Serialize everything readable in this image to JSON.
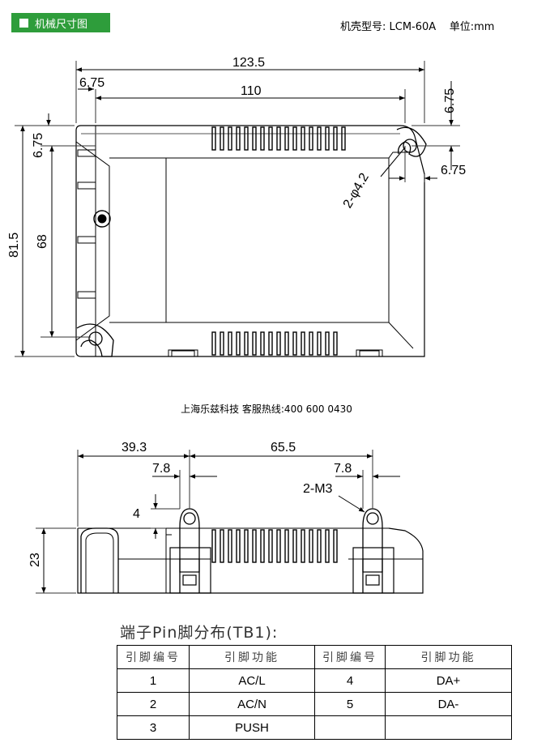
{
  "header": {
    "section_title": "机械尺寸图",
    "model_label": "机壳型号: LCM-60A",
    "unit_label": "单位:mm"
  },
  "top_view": {
    "overall_length": "123.5",
    "hole_spacing": "110",
    "left_offset": "6.75",
    "right_offset_top": "6.75",
    "right_offset_side": "6.75",
    "left_offset_top": "6.75",
    "overall_width": "81.5",
    "hole_vertical_spacing": "68",
    "hole_spec": "2-φ4.2"
  },
  "hotline": "上海乐兹科技 客服热线:400 600 0430",
  "side_view": {
    "left_dim": "39.3",
    "mid_dim": "65.5",
    "left_tab": "7.8",
    "right_tab": "7.8",
    "tab_height": "4",
    "height": "23",
    "screw_spec": "2-M3"
  },
  "pin_table": {
    "title": "端子Pin脚分布(TB1):",
    "headers": [
      "引脚编号",
      "引脚功能",
      "引脚编号",
      "引脚功能"
    ],
    "rows": [
      [
        "1",
        "AC/L",
        "4",
        "DA+"
      ],
      [
        "2",
        "AC/N",
        "5",
        "DA-"
      ],
      [
        "3",
        "PUSH",
        "",
        ""
      ]
    ]
  }
}
